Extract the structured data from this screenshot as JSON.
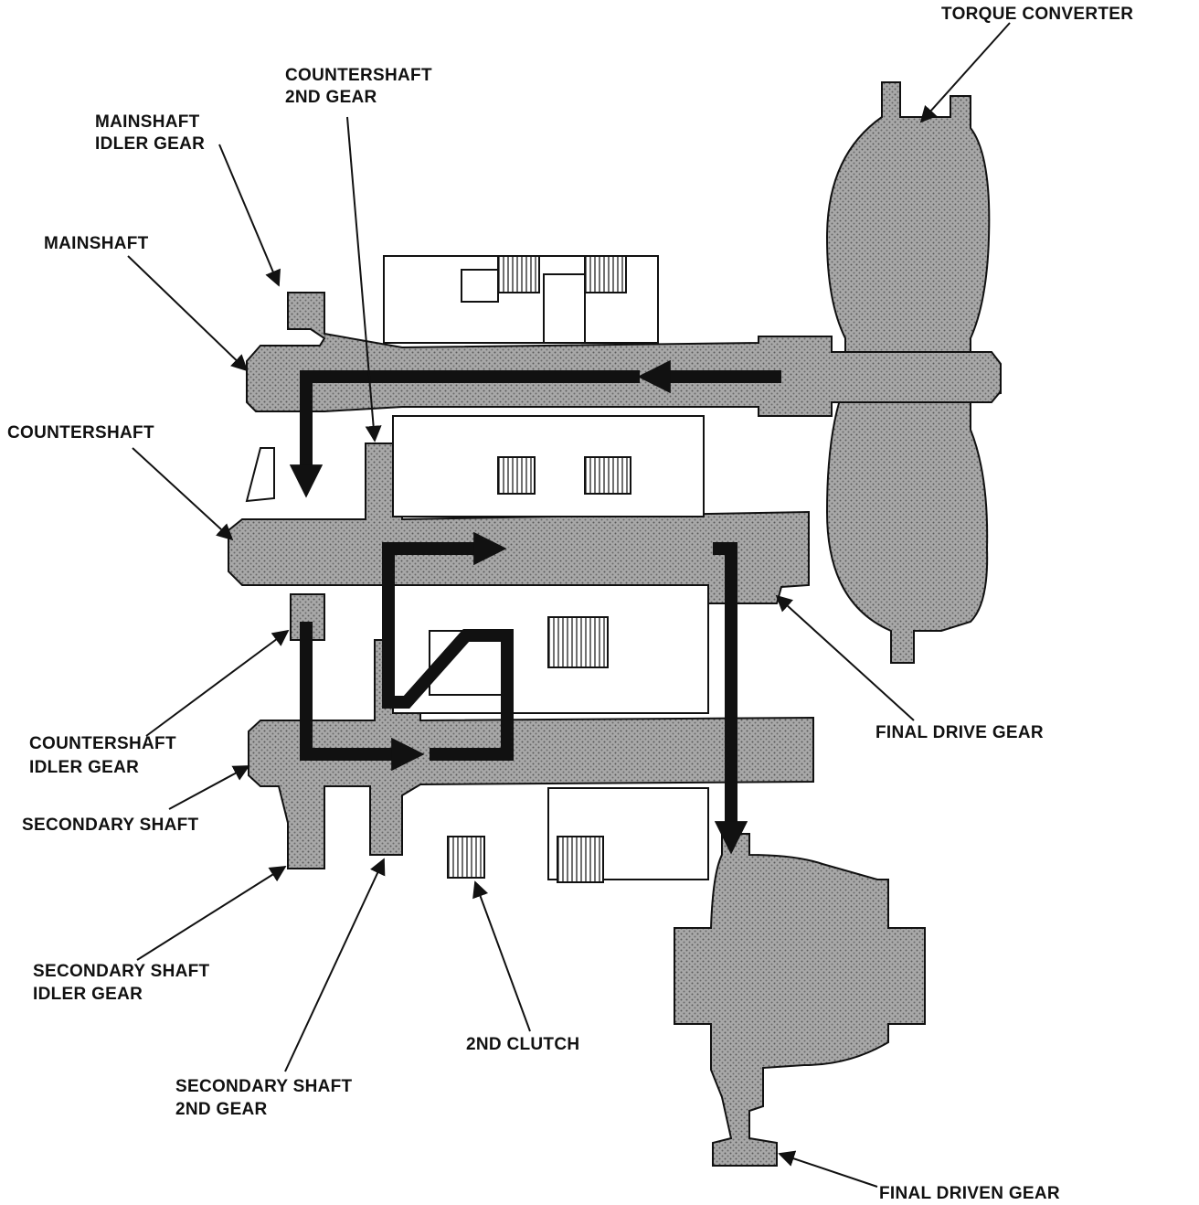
{
  "labels": {
    "torque_converter": "TORQUE CONVERTER",
    "countershaft_2nd_gear": [
      "COUNTERSHAFT",
      "2ND GEAR"
    ],
    "mainshaft_idler_gear": [
      "MAINSHAFT",
      "IDLER GEAR"
    ],
    "mainshaft": "MAINSHAFT",
    "countershaft": "COUNTERSHAFT",
    "countershaft_idler_gear": [
      "COUNTERSHAFT",
      "IDLER GEAR"
    ],
    "secondary_shaft": "SECONDARY SHAFT",
    "final_drive_gear": "FINAL DRIVE GEAR",
    "secondary_shaft_idler_gear": [
      "SECONDARY SHAFT",
      "IDLER GEAR"
    ],
    "second_clutch": "2ND CLUTCH",
    "secondary_shaft_2nd_gear": [
      "SECONDARY SHAFT",
      "2ND GEAR"
    ],
    "final_driven_gear": "FINAL DRIVEN GEAR"
  },
  "colors": {
    "ink": "#111111",
    "stipple": "#9a9a9a",
    "background": "#ffffff"
  }
}
